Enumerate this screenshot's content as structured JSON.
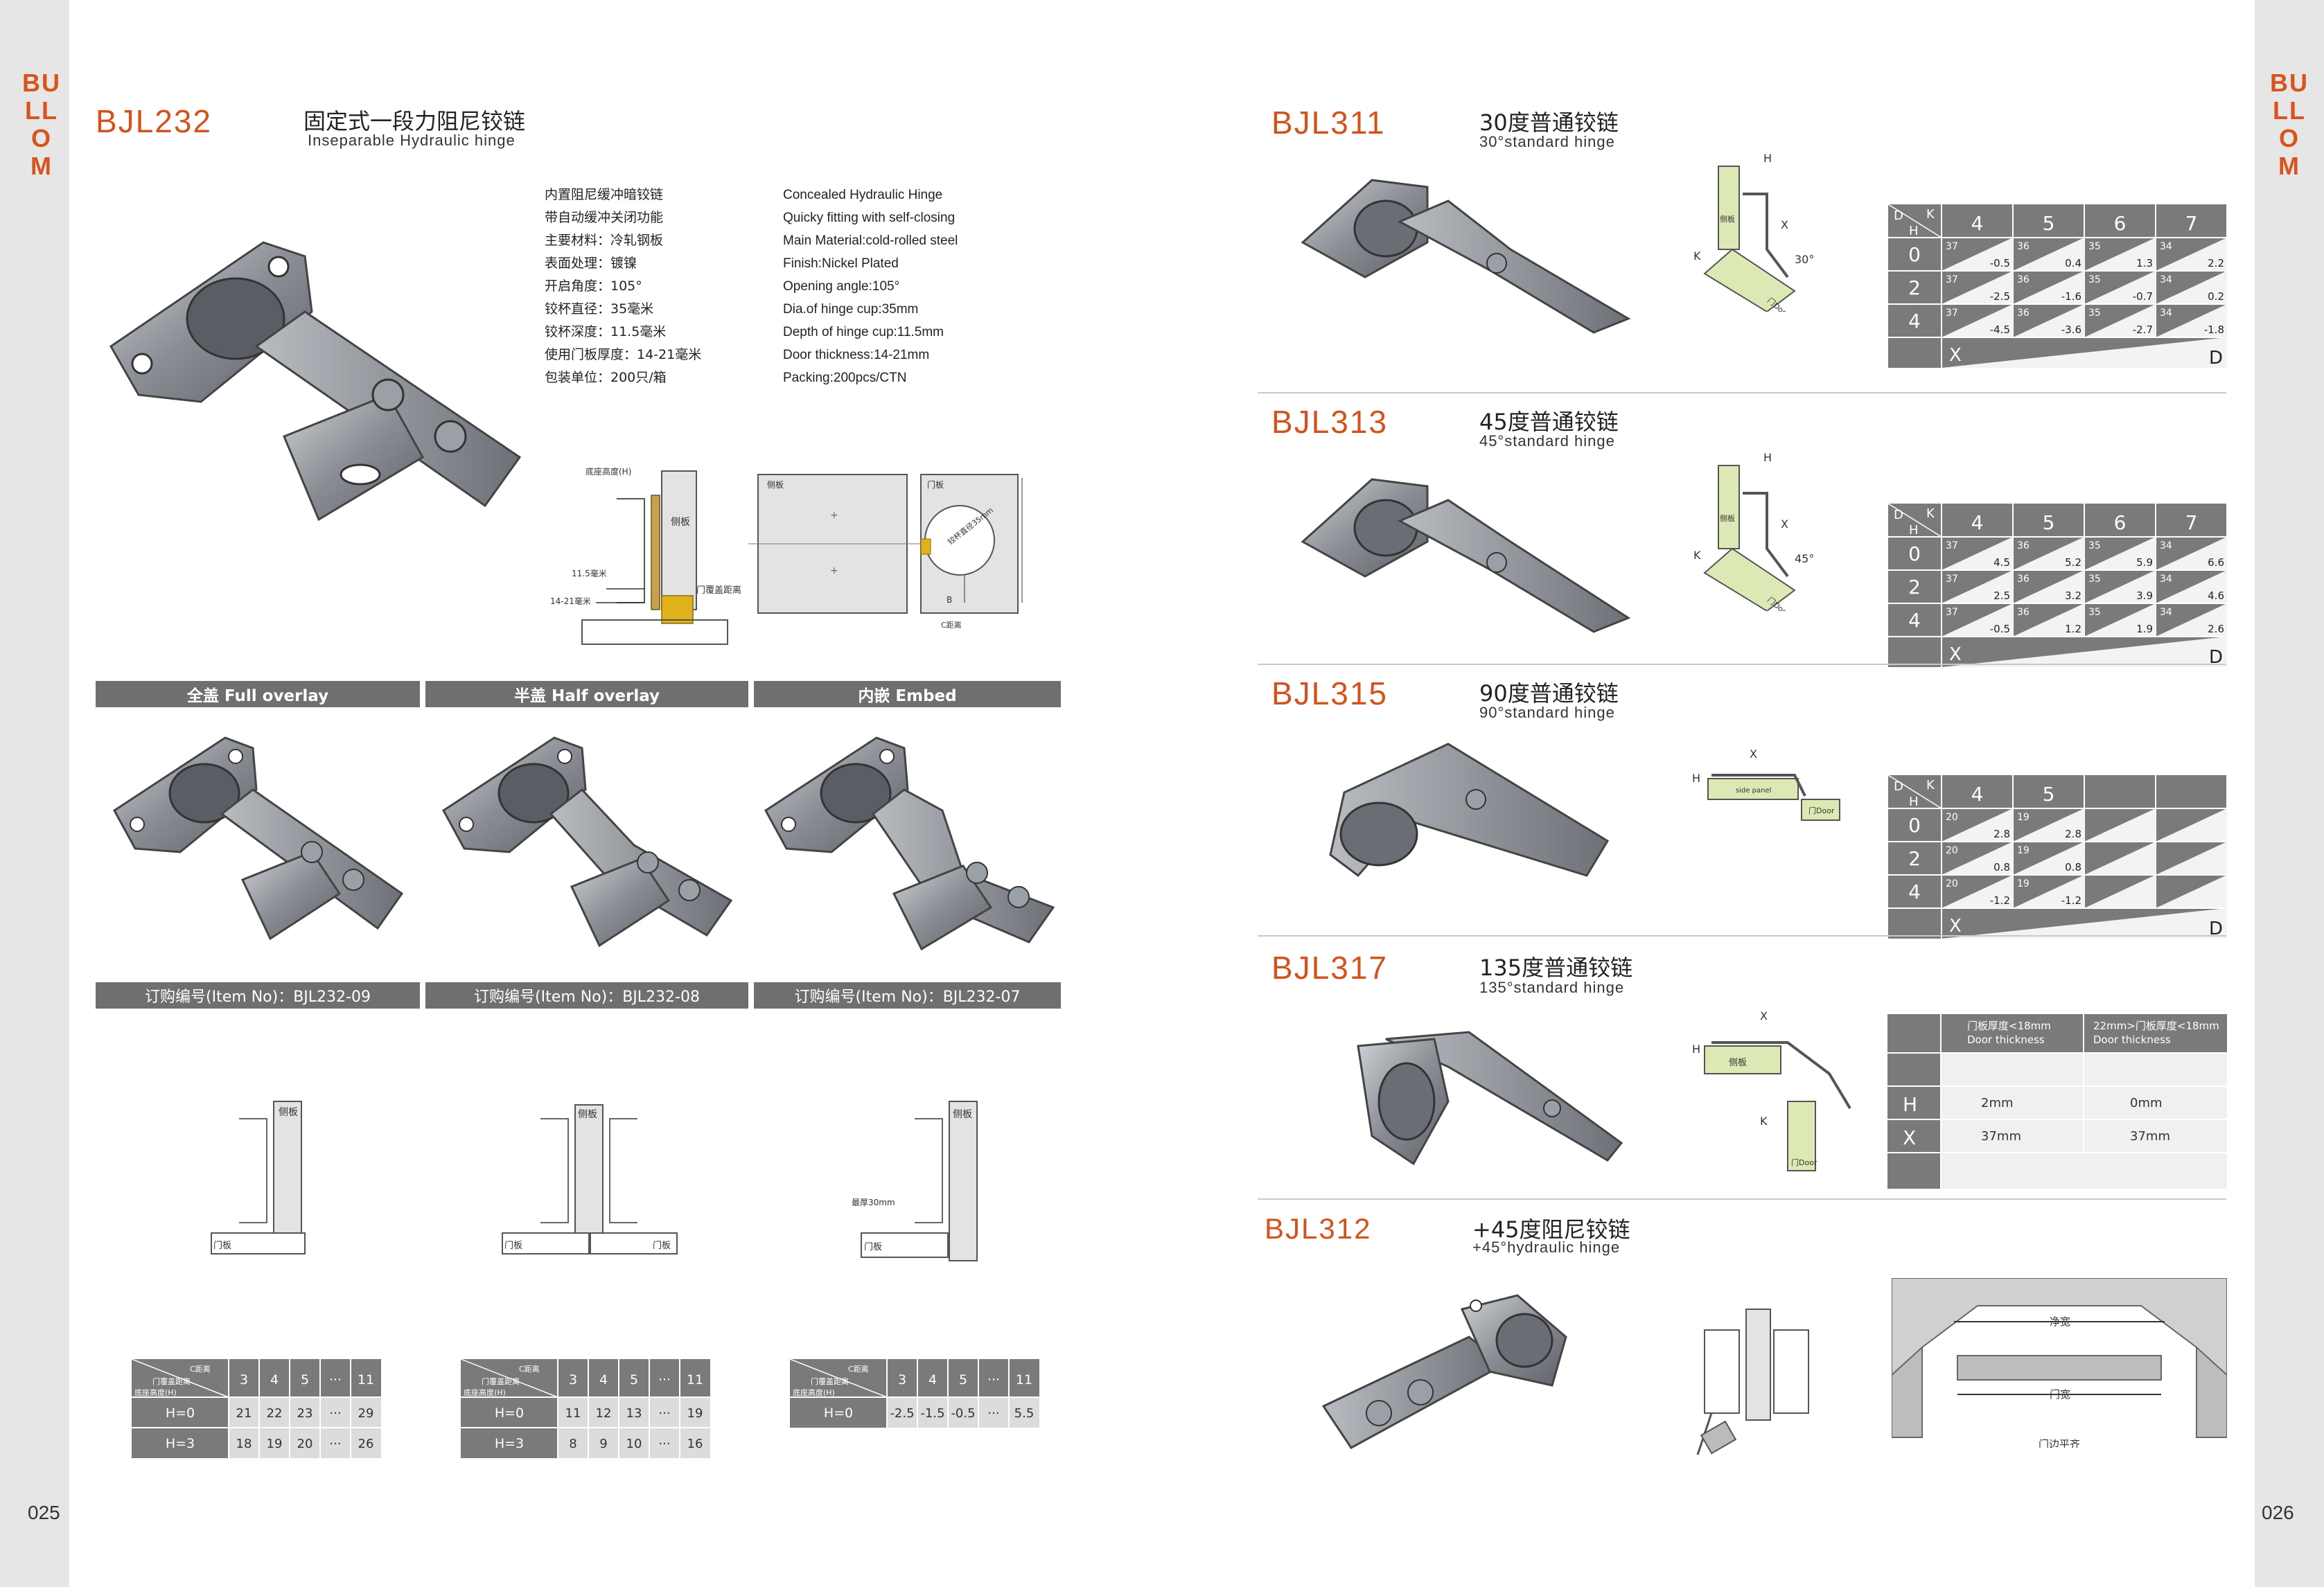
{
  "brand": "BULLOM",
  "pages": {
    "left": "025",
    "right": "026"
  },
  "bjl232": {
    "model": "BJL232",
    "title_zh": "固定式一段力阻尼铰链",
    "title_en": "Inseparable Hydraulic hinge",
    "specs_zh": [
      "内置阻尼缓冲暗铰链",
      "带自动缓冲关闭功能",
      "主要材料：冷轧钢板",
      "表面处理：镀镍",
      "开启角度：105°",
      "铰杯直径：35毫米",
      "铰杯深度：11.5毫米",
      "使用门板厚度：14-21毫米",
      "包装单位：200只/箱"
    ],
    "specs_en": [
      "Concealed Hydraulic Hinge",
      "Quicky fitting with self-closing",
      "Main Material:cold-rolled steel",
      "Finish:Nickel Plated",
      "Opening angle:105°",
      "Dia.of hinge cup:35mm",
      "Depth of hinge cup:11.5mm",
      "Door thickness:14-21mm",
      "Packing:200pcs/CTN"
    ],
    "drawing_labels": {
      "base_height": "底座高度(H)",
      "side_panel": "侧板",
      "depth": "11.5毫米",
      "thickness": "14-21毫米",
      "cover": "门覆盖距离",
      "side_panel2": "侧板",
      "door_panel": "门板",
      "cup": "铰杯直径35mm",
      "b": "B",
      "c": "C距离"
    },
    "overlays": [
      "全盖 Full overlay",
      "半盖 Half overlay",
      "内嵌 Embed"
    ],
    "items": [
      "订购编号(Item No)：BJL232-09",
      "订购编号(Item No)：BJL232-08",
      "订购编号(Item No)：BJL232-07"
    ],
    "mini_labels": {
      "side": "侧板",
      "door": "门板",
      "thick": "最厚30mm"
    },
    "table_head": {
      "c": "C距离",
      "cover": "门覆盖距离",
      "base": "底座高度(H)"
    },
    "tables": [
      {
        "cols": [
          "3",
          "4",
          "5",
          "···",
          "11"
        ],
        "rows": [
          {
            "h": "H=0",
            "v": [
              "21",
              "22",
              "23",
              "···",
              "29"
            ]
          },
          {
            "h": "H=3",
            "v": [
              "18",
              "19",
              "20",
              "···",
              "26"
            ]
          }
        ]
      },
      {
        "cols": [
          "3",
          "4",
          "5",
          "···",
          "11"
        ],
        "rows": [
          {
            "h": "H=0",
            "v": [
              "11",
              "12",
              "13",
              "···",
              "19"
            ]
          },
          {
            "h": "H=3",
            "v": [
              "8",
              "9",
              "10",
              "···",
              "16"
            ]
          }
        ]
      },
      {
        "cols": [
          "3",
          "4",
          "5",
          "···",
          "11"
        ],
        "rows": [
          {
            "h": "H=0",
            "v": [
              "-2.5",
              "-1.5",
              "-0.5",
              "···",
              "5.5"
            ]
          }
        ]
      }
    ]
  },
  "right": [
    {
      "model": "BJL311",
      "title_zh": "30度普通铰链",
      "title_en": "30°standard hinge",
      "angle": "30°",
      "table": {
        "k_label": "K",
        "d_label": "D",
        "h_label": "H",
        "x_label": "X",
        "k": [
          "4",
          "5",
          "6",
          "7"
        ],
        "rows": [
          {
            "h": "0",
            "cells": [
              [
                "37",
                "-0.5"
              ],
              [
                "36",
                "0.4"
              ],
              [
                "35",
                "1.3"
              ],
              [
                "34",
                "2.2"
              ]
            ]
          },
          {
            "h": "2",
            "cells": [
              [
                "37",
                "-2.5"
              ],
              [
                "36",
                "-1.6"
              ],
              [
                "35",
                "-0.7"
              ],
              [
                "34",
                "0.2"
              ]
            ]
          },
          {
            "h": "4",
            "cells": [
              [
                "37",
                "-4.5"
              ],
              [
                "36",
                "-3.6"
              ],
              [
                "35",
                "-2.7"
              ],
              [
                "34",
                "-1.8"
              ]
            ]
          }
        ]
      }
    },
    {
      "model": "BJL313",
      "title_zh": "45度普通铰链",
      "title_en": "45°standard hinge",
      "angle": "45°",
      "table": {
        "k_label": "K",
        "d_label": "D",
        "h_label": "H",
        "x_label": "X",
        "k": [
          "4",
          "5",
          "6",
          "7"
        ],
        "rows": [
          {
            "h": "0",
            "cells": [
              [
                "37",
                "4.5"
              ],
              [
                "36",
                "5.2"
              ],
              [
                "35",
                "5.9"
              ],
              [
                "34",
                "6.6"
              ]
            ]
          },
          {
            "h": "2",
            "cells": [
              [
                "37",
                "2.5"
              ],
              [
                "36",
                "3.2"
              ],
              [
                "35",
                "3.9"
              ],
              [
                "34",
                "4.6"
              ]
            ]
          },
          {
            "h": "4",
            "cells": [
              [
                "37",
                "-0.5"
              ],
              [
                "36",
                "1.2"
              ],
              [
                "35",
                "1.9"
              ],
              [
                "34",
                "2.6"
              ]
            ]
          }
        ]
      }
    },
    {
      "model": "BJL315",
      "title_zh": "90度普通铰链",
      "title_en": "90°standard hinge",
      "angle": "",
      "table": {
        "k_label": "K",
        "d_label": "D",
        "h_label": "H",
        "x_label": "X",
        "k": [
          "4",
          "5",
          "",
          ""
        ],
        "rows": [
          {
            "h": "0",
            "cells": [
              [
                "20",
                "2.8"
              ],
              [
                "19",
                "2.8"
              ],
              [
                "",
                ""
              ],
              [
                "",
                ""
              ]
            ]
          },
          {
            "h": "2",
            "cells": [
              [
                "20",
                "0.8"
              ],
              [
                "19",
                "0.8"
              ],
              [
                "",
                ""
              ],
              [
                "",
                ""
              ]
            ]
          },
          {
            "h": "4",
            "cells": [
              [
                "20",
                "-1.2"
              ],
              [
                "19",
                "-1.2"
              ],
              [
                "",
                ""
              ],
              [
                "",
                ""
              ]
            ]
          }
        ]
      }
    }
  ],
  "bjl317": {
    "model": "BJL317",
    "title_zh": "135度普通铰链",
    "title_en": "135°standard hinge",
    "col1": "门板厚度<18mm",
    "col1_en": "Door thickness",
    "col2": "22mm>门板厚度<18mm",
    "col2_en": "Door thickness",
    "rows": [
      {
        "h": "H",
        "a": "2mm",
        "b": "0mm"
      },
      {
        "h": "X",
        "a": "37mm",
        "b": "37mm"
      }
    ]
  },
  "bjl312": {
    "model": "BJL312",
    "title_zh": "+45度阻尼铰链",
    "title_en": "+45°hydraulic hinge",
    "net_width": "净宽",
    "door_width": "门宽",
    "flush": "门边平齐"
  },
  "diagram_labels": {
    "h": "H",
    "x": "X",
    "k": "K",
    "door": "门Door",
    "side": "侧板",
    "side_en": "side panel"
  }
}
